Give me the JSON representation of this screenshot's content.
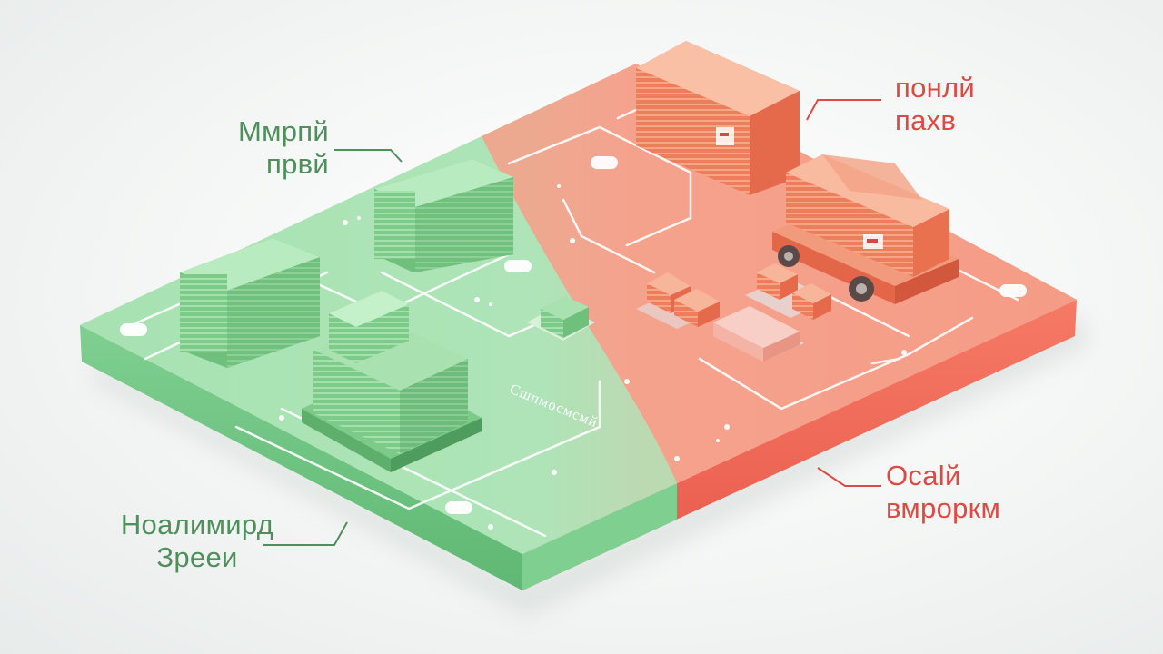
{
  "callouts": {
    "top_left": {
      "line1": "Ммрпй",
      "line2": "првй",
      "color": "#4f8f5c"
    },
    "bottom_left": {
      "line1": "Ноалимирд",
      "line2": "Зрееи",
      "color": "#4f8f5c"
    },
    "top_right": {
      "line1": "понлй",
      "line2": "пахв",
      "color": "#dd4a43"
    },
    "bottom_right": {
      "line1": "Осаlй",
      "line2": "вмроркм",
      "color": "#dd4a43"
    }
  },
  "board": {
    "path_label": "Сшпмосмсмй",
    "zones": [
      {
        "name": "green-zone",
        "color": "#8fd4a0"
      },
      {
        "name": "red-zone",
        "color": "#f48a78"
      }
    ]
  },
  "colors": {
    "green_accent": "#6cc07c",
    "red_accent": "#f27a5e",
    "background": "#f3f5f4"
  }
}
